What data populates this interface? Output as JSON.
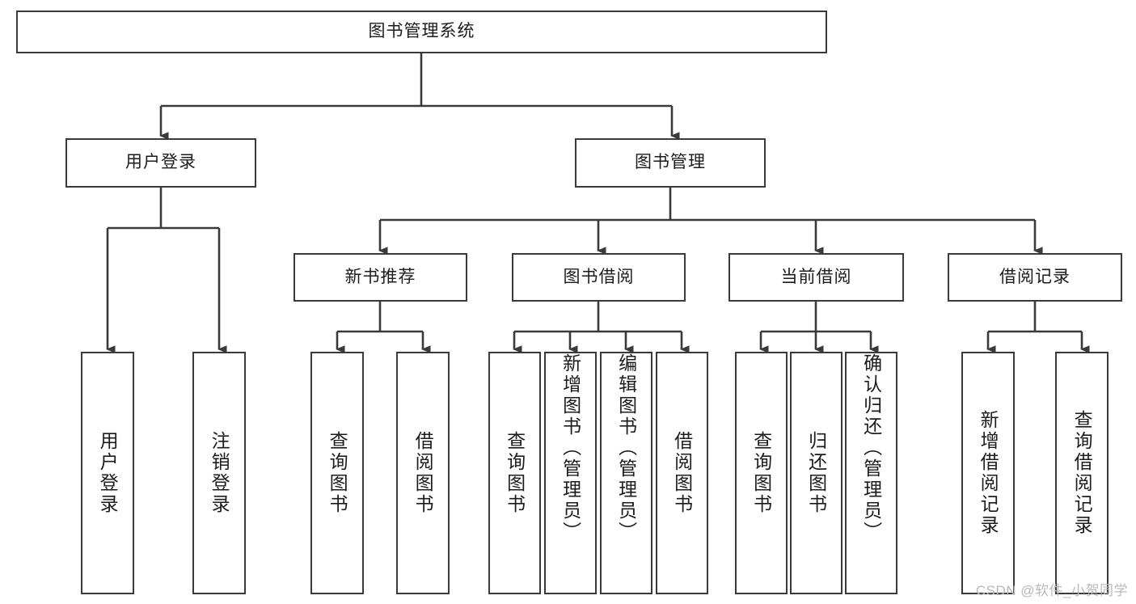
{
  "diagram": {
    "title": "图书管理系统",
    "type": "tree-hierarchy-diagram",
    "root": {
      "label": "图书管理系统"
    },
    "level2": [
      {
        "label": "用户登录"
      },
      {
        "label": "图书管理"
      }
    ],
    "level3": [
      {
        "label": "新书推荐"
      },
      {
        "label": "图书借阅"
      },
      {
        "label": "当前借阅"
      },
      {
        "label": "借阅记录"
      }
    ],
    "leaves": {
      "user_login": [
        {
          "label": "用户登录"
        },
        {
          "label": "注销登录"
        }
      ],
      "new_book_recommend": [
        {
          "label": "查询图书"
        },
        {
          "label": "借阅图书"
        }
      ],
      "book_borrow": [
        {
          "label": "查询图书"
        },
        {
          "label": "新增图书（管理员）"
        },
        {
          "label": "编辑图书（管理员）"
        },
        {
          "label": "借阅图书"
        }
      ],
      "current_borrow": [
        {
          "label": "查询图书"
        },
        {
          "label": "归还图书"
        },
        {
          "label": "确认归还（管理员）"
        }
      ],
      "borrow_record": [
        {
          "label": "新增借阅记录"
        },
        {
          "label": "查询借阅记录"
        }
      ]
    }
  },
  "watermark": {
    "text": "CSDN @软件_小贺同学"
  },
  "colors": {
    "border": "#3a3a3a",
    "text": "#1c1c1c",
    "background": "#ffffff",
    "watermark": "#b9b9b9"
  }
}
